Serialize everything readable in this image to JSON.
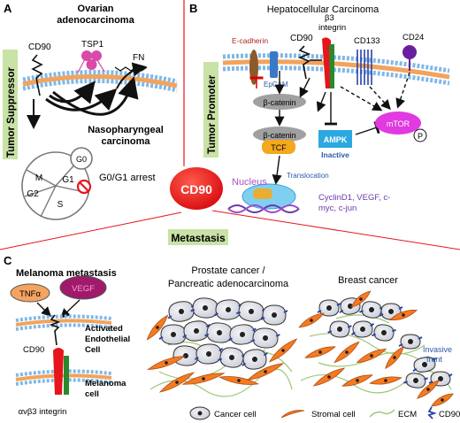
{
  "panel_a": {
    "letter": "A",
    "side_label": "Tumor Suppressor",
    "title_line1": "Ovarian",
    "title_line2": "adenocarcinoma",
    "cd90": "CD90",
    "tsp1": "TSP1",
    "fn": "FN",
    "naso_line1": "Nasopharyngeal",
    "naso_line2": "carcinoma",
    "arrest": "G0/G1 arrest",
    "phase_g0": "G0",
    "phase_g1": "G1",
    "phase_g2": "G2",
    "phase_m": "M",
    "phase_s": "S"
  },
  "panel_b": {
    "letter": "B",
    "side_label": "Tumor Promoter",
    "title": "Hepatocellular Carcinoma",
    "ecadherin": "E-cadherin",
    "cd90": "CD90",
    "b3_line1": "β3",
    "b3_line2": "integrin",
    "cd133": "CD133",
    "cd24": "CD24",
    "epcam": "EpCAM",
    "bcat": "β-catenin",
    "bcat2": "β-catenin",
    "tcf": "TCF",
    "ampk": "AMPK",
    "inactive": "Inactive",
    "mtor": "mTOR",
    "p": "P",
    "nucleus": "Nucleus",
    "translocation": "Translocation",
    "targets_line1": "CyclinD1, VEGF, c-",
    "targets_line2": "myc, c-jun"
  },
  "center": {
    "label": "CD90"
  },
  "metastasis": {
    "label": "Metastasis"
  },
  "panel_c": {
    "letter": "C",
    "title": "Melanoma metastasis",
    "tnfa": "TNFα",
    "vegf": "VEGF",
    "activated_line1": "Activated",
    "activated_line2": "Endothelial",
    "activated_line3": "Cell",
    "cd90": "CD90",
    "melanoma_line1": "Melanoma",
    "melanoma_line2": "cell",
    "integrin": "αvβ3 integrin",
    "prostate_line1": "Prostate cancer /",
    "prostate_line2": "Pancreatic adenocarcinoma",
    "breast": "Breast cancer",
    "invasive_line1": "Invasive",
    "invasive_line2": "front"
  },
  "legend": {
    "cancer_cell": "Cancer cell",
    "stromal_cell": "Stromal cell",
    "ecm": "ECM",
    "cd90": "CD90"
  },
  "colors": {
    "accent_red": "#e8141b",
    "side_label_bg": "#c9e2a6",
    "stromal": "#f47b20",
    "mtor": "#e03ae0",
    "ampk": "#2ba8e0",
    "tnfa": "#f4a460",
    "vegf": "#a01a6c",
    "cd24": "#6a1fa0",
    "tsp1": "#d94aa8",
    "cd133": "#2a44a8",
    "membrane_blue": "#7fb8e8",
    "membrane_orange": "#f2a35c"
  }
}
